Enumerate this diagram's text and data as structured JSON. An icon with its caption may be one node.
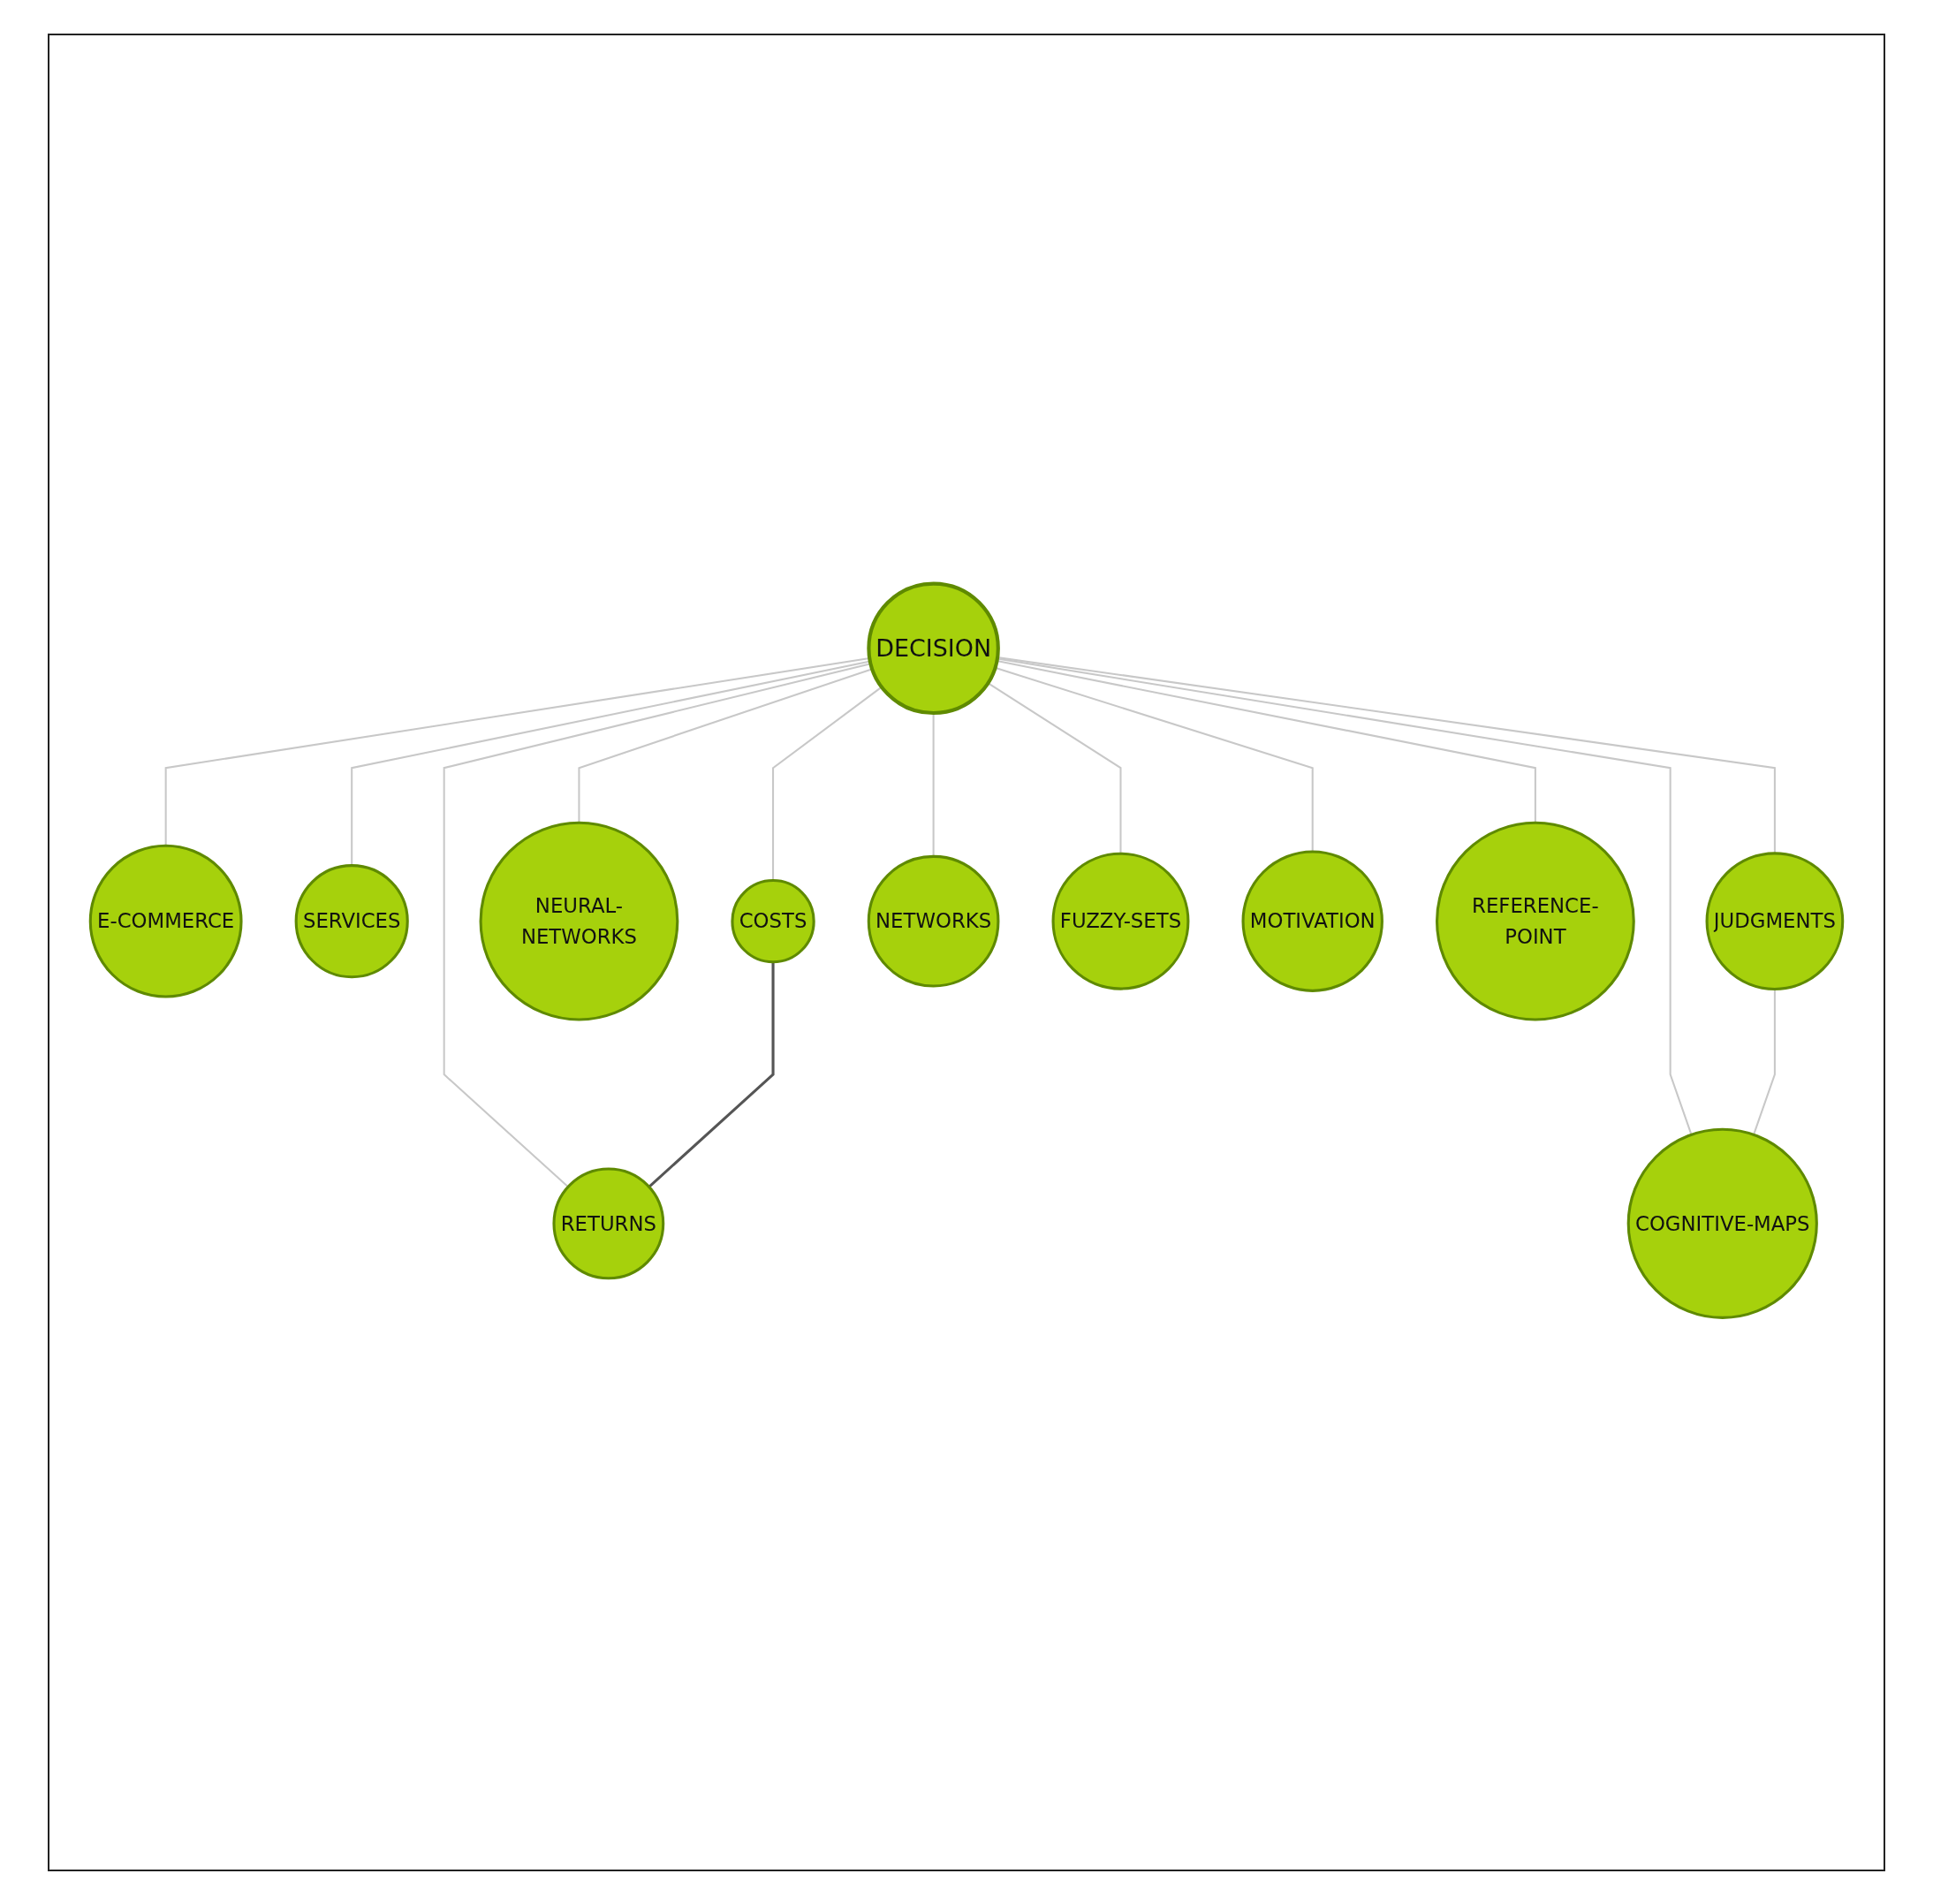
{
  "diagram": {
    "nodes": [
      {
        "text": [
          "E-COMMERCE"
        ]
      },
      {
        "text": [
          "SERVICES"
        ]
      },
      {
        "text": [
          "COSTS"
        ]
      },
      {
        "text": [
          "NEURAL-NETWORKS"
        ]
      },
      {
        "text": [
          "RETURNS"
        ]
      },
      {
        "text": [
          "JUDGMENTS"
        ]
      },
      {
        "text": [
          "DECISION"
        ]
      },
      {
        "text": [
          "COGNITIVE-MAPS"
        ]
      },
      {
        "text": [
          "NETWORKS"
        ]
      },
      {
        "text": [
          "FUZZY-SETS"
        ]
      },
      {
        "text": [
          "MOTIVATION"
        ]
      },
      {
        "text": [
          "REFERENCE-POINT"
        ]
      }
    ],
    "edges": [
      {
        "from": 6,
        "to": 1,
        "arrow": "none"
      },
      {
        "from": 6,
        "to": 0,
        "arrow": "none"
      },
      {
        "from": 6,
        "to": 3,
        "arrow": "none"
      },
      {
        "from": 6,
        "to": 2,
        "arrow": "none"
      },
      {
        "from": 6,
        "to": 4,
        "arrow": "none"
      },
      {
        "from": 6,
        "to": 5,
        "arrow": "none"
      },
      {
        "from": 6,
        "to": 8,
        "arrow": "none"
      },
      {
        "from": 6,
        "to": 10,
        "arrow": "none"
      },
      {
        "from": 6,
        "to": 11,
        "arrow": "none"
      },
      {
        "from": 6,
        "to": 9,
        "arrow": "none"
      },
      {
        "from": 6,
        "to": 7,
        "arrow": "none"
      },
      {
        "from": 5,
        "to": 7,
        "arrow": "none"
      },
      {
        "from": 2,
        "to": 4,
        "arrow": "none",
        "color": "#555555"
      }
    ]
  }
}
